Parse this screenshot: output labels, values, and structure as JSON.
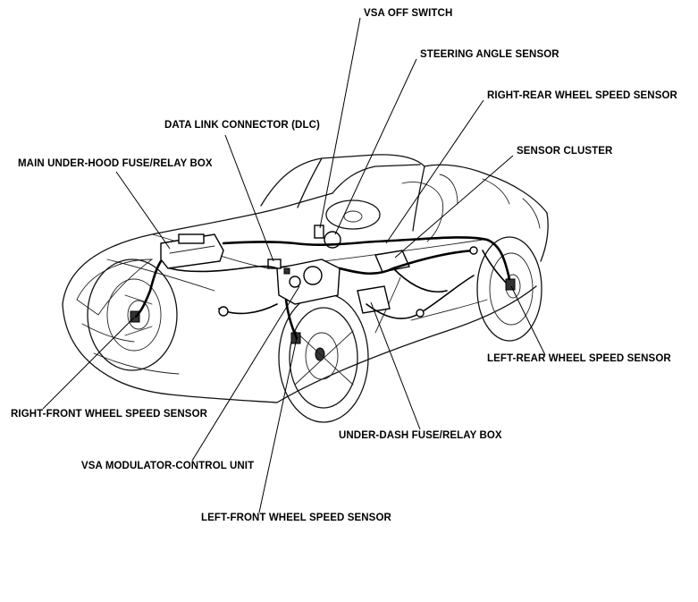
{
  "labels": {
    "vsa_off_switch": "VSA OFF SWITCH",
    "steering_angle_sensor": "STEERING ANGLE SENSOR",
    "right_rear_wheel_speed_sensor": "RIGHT-REAR WHEEL SPEED SENSOR",
    "data_link_connector": "DATA LINK CONNECTOR (DLC)",
    "sensor_cluster": "SENSOR CLUSTER",
    "main_under_hood_fuse_relay_box": "MAIN UNDER-HOOD FUSE/RELAY BOX",
    "left_rear_wheel_speed_sensor": "LEFT-REAR WHEEL SPEED SENSOR",
    "right_front_wheel_speed_sensor": "RIGHT-FRONT WHEEL SPEED SENSOR",
    "under_dash_fuse_relay_box": "UNDER-DASH FUSE/RELAY BOX",
    "vsa_modulator_control_unit": "VSA MODULATOR-CONTROL UNIT",
    "left_front_wheel_speed_sensor": "LEFT-FRONT WHEEL SPEED SENSOR"
  }
}
